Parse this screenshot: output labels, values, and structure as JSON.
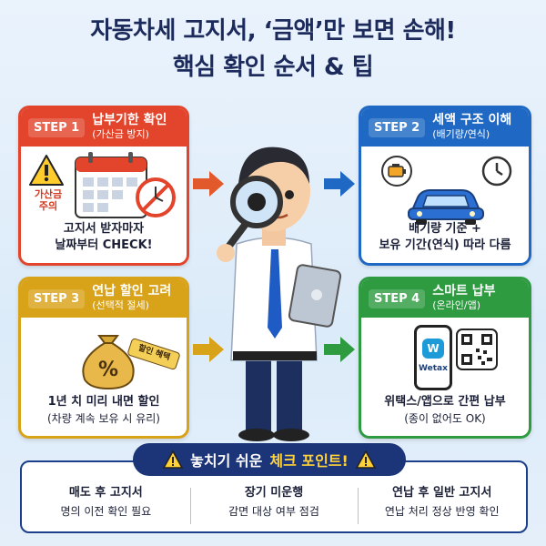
{
  "title": {
    "line1": "자동차세 고지서, ‘금액’만 보면 손해!",
    "line2": "핵심 확인 순서 & 팁"
  },
  "steps": [
    {
      "badge": "STEP 1",
      "title": "납부기한 확인",
      "subtitle": "(가산금 방지)",
      "desc1": "고지서 받자마자",
      "desc2": "날짜부터 CHECK!",
      "warning_label_1": "가산금",
      "warning_label_2": "주의",
      "color": "#e2452b"
    },
    {
      "badge": "STEP 2",
      "title": "세액 구조 이해",
      "subtitle": "(배기량/연식)",
      "desc1": "배기량 기준 +",
      "desc2": "보유 기간(연식) 따라 다름",
      "color": "#1f69c4"
    },
    {
      "badge": "STEP 3",
      "title": "연납 할인 고려",
      "subtitle": "(선택적 절세)",
      "desc1": "1년 치 미리 내면 할인",
      "desc2": "(차량 계속 보유 시 유리)",
      "tag_label": "할인 혜택",
      "color": "#d8a219"
    },
    {
      "badge": "STEP 4",
      "title": "스마트 납부",
      "subtitle": "(온라인/앱)",
      "desc1": "위택스/앱으로 간편 납부",
      "desc2": "(종이 없어도 OK)",
      "app_name": "Wetax",
      "color": "#2e9b41"
    }
  ],
  "checkpoints": {
    "banner_prefix": "놓치기 쉬운",
    "banner_highlight": "체크 포인트!",
    "items": [
      {
        "title": "매도 후 고지서",
        "desc": "명의 이전 확인 필요"
      },
      {
        "title": "장기 미운행",
        "desc": "감면 대상 여부 점검"
      },
      {
        "title": "연납 후 일반 고지서",
        "desc": "연납 처리 정상 반영 확인"
      }
    ]
  },
  "icons": [
    "warning-icon",
    "calendar-icon",
    "engine-icon",
    "car-icon",
    "clock-icon",
    "money-bag-icon",
    "phone-app-icon",
    "qr-code-icon",
    "magnifier-icon",
    "tablet-icon"
  ]
}
